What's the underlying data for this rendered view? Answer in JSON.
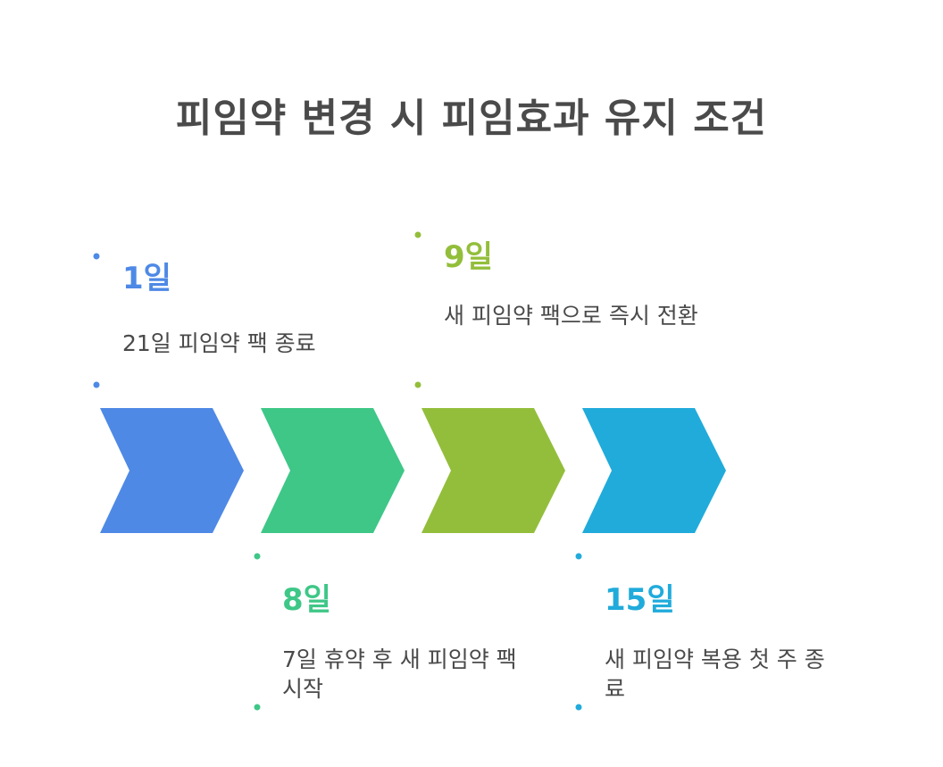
{
  "title": "피임약 변경 시 피임효과 유지 조건",
  "colors": {
    "title_text": "#4a4a4a",
    "body_text": "#4a4a4a",
    "step1": "#4e89e6",
    "step2": "#3ec787",
    "step3": "#93be3b",
    "step4": "#20abdb"
  },
  "steps": [
    {
      "label": "1일",
      "description": "21일 피임약 팩 종료",
      "color": "#4e89e6",
      "position": "above"
    },
    {
      "label": "8일",
      "description": "7일 휴약 후 새 피임약 팩 시작",
      "color": "#3ec787",
      "position": "below"
    },
    {
      "label": "9일",
      "description": "새 피임약 팩으로 즉시 전환",
      "color": "#93be3b",
      "position": "above"
    },
    {
      "label": "15일",
      "description": "새 피임약 복용 첫 주 종료",
      "color": "#20abdb",
      "position": "below"
    }
  ],
  "icons": {
    "chevron": "chevron-right-arrow-shape",
    "dot": "timeline-dot"
  }
}
